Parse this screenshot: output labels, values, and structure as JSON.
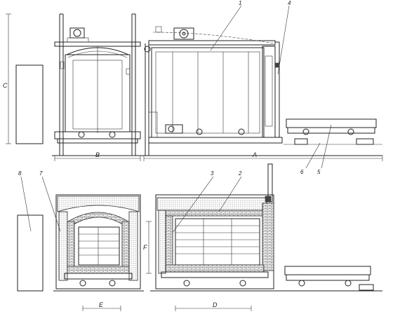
{
  "dimensions": {
    "A": "A",
    "B": "B",
    "C": "C",
    "D": "D",
    "E": "E",
    "F": "F"
  },
  "callouts": {
    "c1": "1",
    "c2": "2",
    "c3": "3",
    "c4": "4",
    "c5": "5",
    "c6": "6",
    "c7": "7",
    "c8": "8"
  }
}
